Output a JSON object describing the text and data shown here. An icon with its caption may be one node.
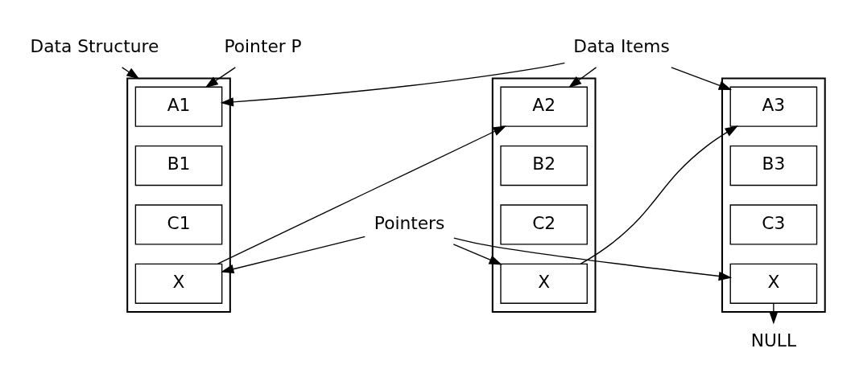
{
  "diagram": {
    "nodes": [
      {
        "text": [
          "Data Structure"
        ]
      },
      {
        "text": [
          "Pointer P"
        ]
      },
      {
        "text": [
          "Data Items"
        ]
      },
      {
        "text": [],
        "shape": "box"
      },
      {
        "text": [
          "A1"
        ],
        "in": 3
      },
      {
        "text": [
          "B1"
        ],
        "in": 3
      },
      {
        "text": [
          "C1"
        ],
        "in": 3
      },
      {
        "text": [
          "X"
        ],
        "in": 3
      },
      {
        "text": [],
        "shape": "box"
      },
      {
        "text": [
          "A2"
        ],
        "in": 8
      },
      {
        "text": [
          "B2"
        ],
        "in": 8
      },
      {
        "text": [
          "C2"
        ],
        "in": 8
      },
      {
        "text": [
          "X"
        ],
        "in": 8
      },
      {
        "text": [],
        "shape": "box"
      },
      {
        "text": [
          "A3"
        ],
        "in": 13
      },
      {
        "text": [
          "B3"
        ],
        "in": 13
      },
      {
        "text": [
          "C3"
        ],
        "in": 13
      },
      {
        "text": [
          "X"
        ],
        "in": 13
      },
      {
        "text": [
          "NULL"
        ]
      },
      {
        "text": [
          "Pointers"
        ]
      }
    ],
    "edges": [
      {
        "from": 0,
        "to": 3,
        "arrow": "to"
      },
      {
        "from": 1,
        "to": 4,
        "arrow": "to"
      },
      {
        "from": 2,
        "to": 4,
        "arrow": "to"
      },
      {
        "from": 2,
        "to": 9,
        "arrow": "to"
      },
      {
        "from": 2,
        "to": 14,
        "arrow": "to"
      },
      {
        "from": 7,
        "to": 9,
        "arrow": "to"
      },
      {
        "from": 12,
        "to": 14,
        "arrow": "to"
      },
      {
        "from": 17,
        "to": 18,
        "arrow": "to"
      },
      {
        "from": 19,
        "to": 7,
        "arrow": "to"
      },
      {
        "from": 19,
        "to": 12,
        "arrow": "to"
      },
      {
        "from": 19,
        "to": 17,
        "arrow": "to"
      }
    ]
  }
}
